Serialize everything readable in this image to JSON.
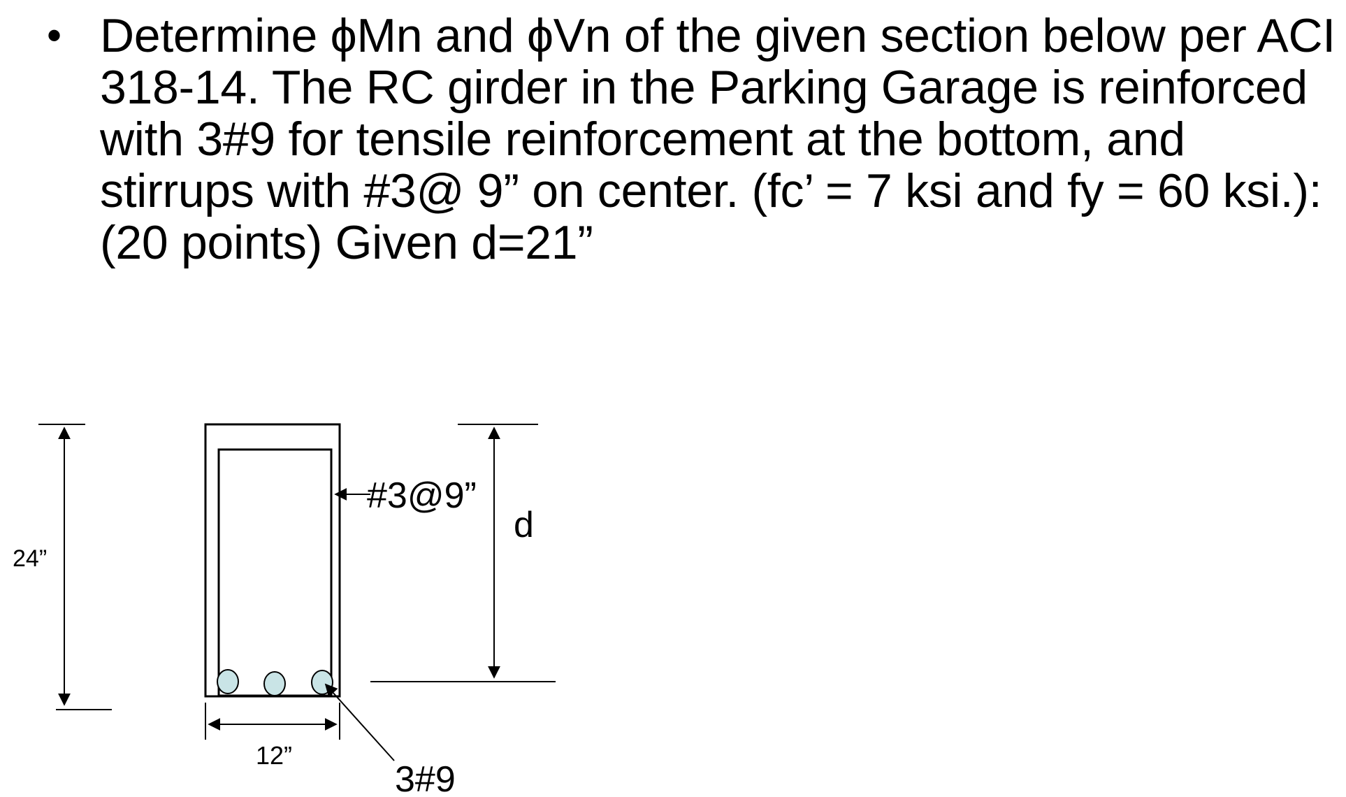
{
  "problem": {
    "bullet": "•",
    "text": "Determine ϕMn and ϕVn of the given section below per ACI 318-14. The RC girder in the Parking Garage is reinforced with 3#9 for tensile reinforcement at the bottom, and stirrups with #3@ 9” on center. (fc’ = 7 ksi and fy = 60 ksi.): (20 points) Given d=21”"
  },
  "diagram": {
    "height_label": "24”",
    "width_label": "12”",
    "stirrup_label": "#3@9”",
    "depth_label": "d",
    "rebar_label": "3#9",
    "rebar_count": 3,
    "rebar_fill_color": "#c9e4e6"
  }
}
